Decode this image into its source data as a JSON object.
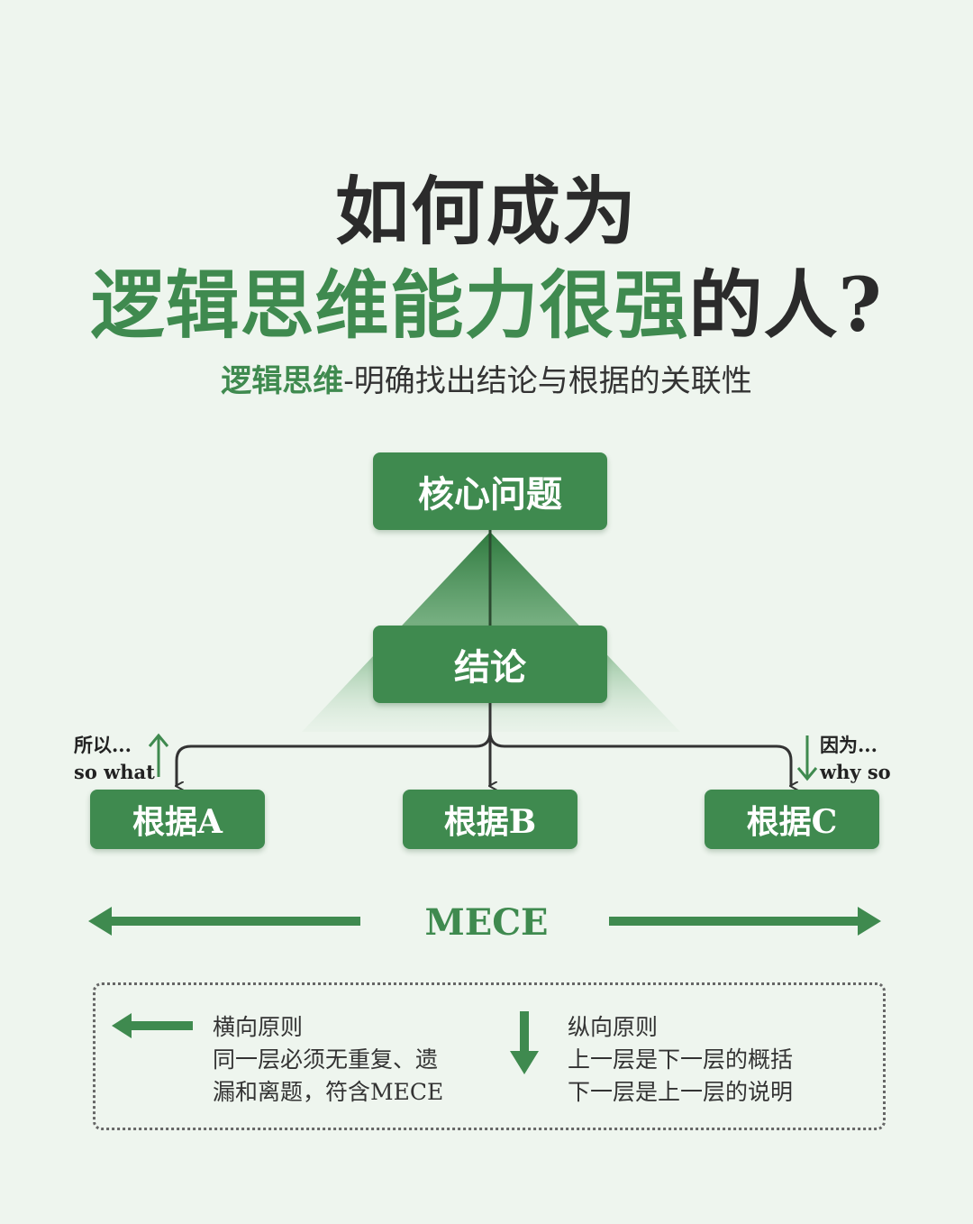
{
  "title": {
    "line1": "如何成为",
    "line2_highlight": "逻辑思维能力很强",
    "line2_rest": "的人?"
  },
  "subtitle": {
    "highlight": "逻辑思维",
    "rest": "-明确找出结论与根据的关联性"
  },
  "diagram": {
    "core_issue": "核心问题",
    "conclusion": "结论",
    "basis_a": "根据A",
    "basis_b": "根据B",
    "basis_c": "根据C"
  },
  "notes": {
    "left_line1": "所以...",
    "left_line2": "so what",
    "right_line1": "因为...",
    "right_line2": "why so"
  },
  "mece_label": "MECE",
  "legend": {
    "horizontal": {
      "title": "横向原则",
      "line1": "同一层必须无重复、遗",
      "line2": "漏和离题，符含MECE"
    },
    "vertical": {
      "title": "纵向原则",
      "line1": "上一层是下一层的概括",
      "line2": "下一层是上一层的说明"
    }
  },
  "colors": {
    "primary_green": "#3f8a4f",
    "background": "#eef5ee",
    "text_dark": "#2b2b2b"
  }
}
